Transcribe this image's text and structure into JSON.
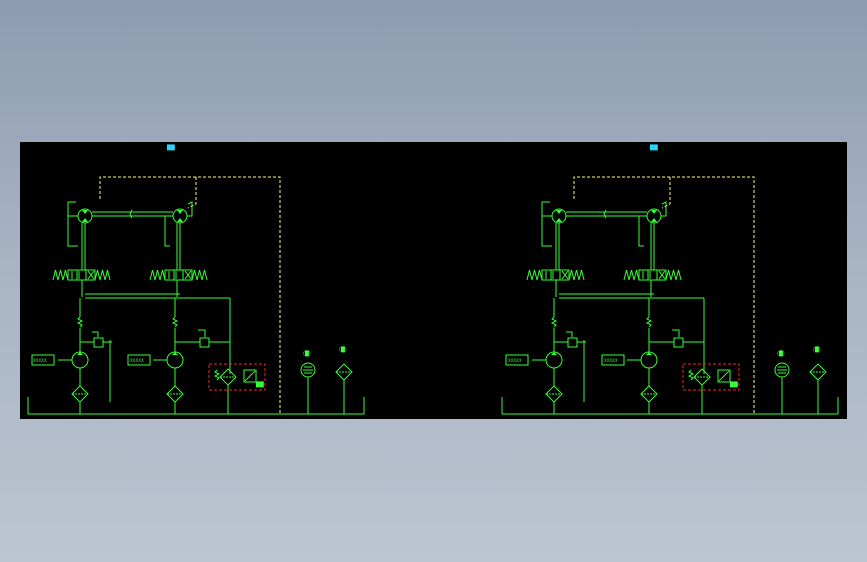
{
  "drawing": {
    "background": "#000000",
    "line_color": "#33ff33",
    "pilot_line_color": "#ffff66",
    "highlight_color": "#ff2222",
    "label_color": "#2ad4ff"
  },
  "panels": [
    {
      "title": "██",
      "pump_labels": [
        "XXXXX",
        "XXXXX"
      ],
      "filter_label": "██",
      "gauge_labels": [
        "(█)",
        "(█)"
      ]
    },
    {
      "title": "██",
      "pump_labels": [
        "XXXXX",
        "XXXXX"
      ],
      "filter_label": "██",
      "gauge_labels": [
        "(█)",
        "(█)"
      ]
    }
  ]
}
